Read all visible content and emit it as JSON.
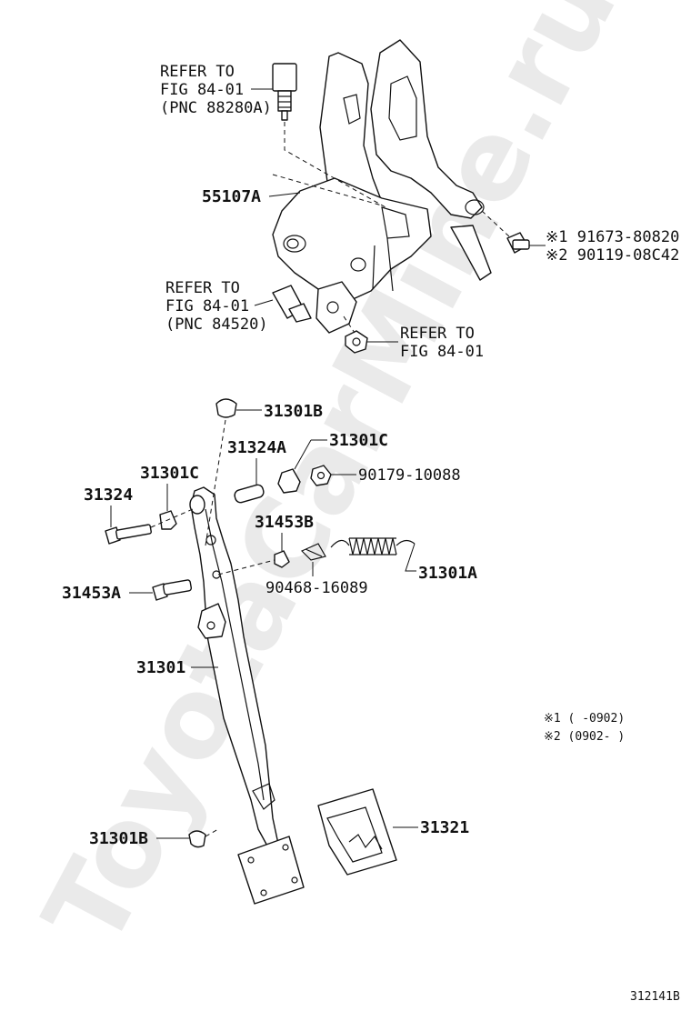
{
  "watermark": "ToyotaCarMine.ru",
  "figure_code": "312141B",
  "notes": {
    "note1": "※1 (     -0902)",
    "note2": "※2 (0902-     )"
  },
  "upper": {
    "ref_a": [
      "REFER TO",
      "FIG 84-01",
      "(PNC 88280A)"
    ],
    "part_55107A": "55107A",
    "bolt_1": "※1 91673-80820",
    "bolt_2": "※2 90119-08C42",
    "ref_b": [
      "REFER TO",
      "FIG 84-01",
      "(PNC 84520)"
    ],
    "ref_c": [
      "REFER TO",
      "FIG 84-01"
    ]
  },
  "lower": {
    "p31301B_top": "31301B",
    "p31324A": "31324A",
    "p31301C_right": "31301C",
    "p31301C_left": "31301C",
    "p90179": "90179-10088",
    "p31324": "31324",
    "p31453B": "31453B",
    "p31301A": "31301A",
    "p31453A": "31453A",
    "p90468": "90468-16089",
    "p31301": "31301",
    "p31321": "31321",
    "p31301B_bottom": "31301B"
  }
}
